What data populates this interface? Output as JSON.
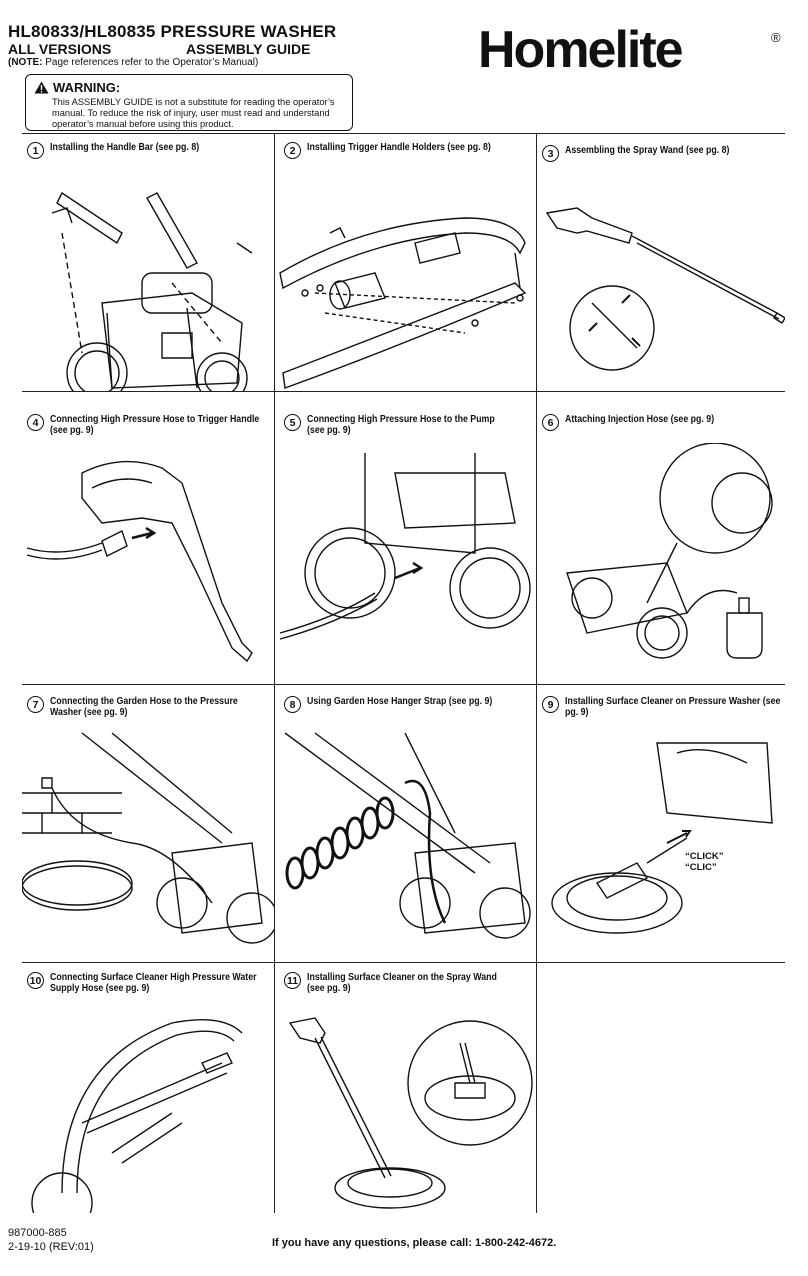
{
  "header": {
    "title": "HL80833/HL80835 PRESSURE WASHER",
    "versions": "ALL VERSIONS",
    "guide": "ASSEMBLY GUIDE",
    "note_prefix": "(NOTE:",
    "note_text": " Page references refer to the Operator’s Manual)"
  },
  "warning": {
    "label": "WARNING:",
    "text": "This ASSEMBLY GUIDE is not a substitute for reading the operator’s manual. To reduce the risk of injury, user must read and understand operator’s manual before using this product."
  },
  "brand": {
    "logo": "Homelite",
    "registered": "®"
  },
  "steps": [
    {
      "num": "1",
      "caption": "Installing the Handle Bar (see pg. 8)"
    },
    {
      "num": "2",
      "caption": "Installing Trigger Handle Holders (see pg. 8)"
    },
    {
      "num": "3",
      "caption": "Assembling the Spray Wand (see pg. 8)"
    },
    {
      "num": "4",
      "caption": "Connecting High Pressure Hose to Trigger Handle (see pg. 9)"
    },
    {
      "num": "5",
      "caption": "Connecting High Pressure Hose to the Pump (see pg. 9)"
    },
    {
      "num": "6",
      "caption": "Attaching Injection Hose (see pg. 9)"
    },
    {
      "num": "7",
      "caption": "Connecting the Garden Hose to the Pressure Washer (see pg. 9)"
    },
    {
      "num": "8",
      "caption": "Using Garden Hose Hanger Strap (see pg. 9)"
    },
    {
      "num": "9",
      "caption": "Installing Surface Cleaner on Pressure Washer (see pg. 9)"
    },
    {
      "num": "10",
      "caption": "Connecting Surface Cleaner High Pressure Water Supply Hose (see pg. 9)"
    },
    {
      "num": "11",
      "caption": "Installing Surface Cleaner on the Spray Wand (see pg. 9)"
    }
  ],
  "fig9": {
    "click1": "“CLICK”",
    "click2": "“CLIC”"
  },
  "footer": {
    "part": "987000-885",
    "date": "2-19-10 (REV:01)",
    "questions": "If you have any questions, please call: 1-800-242-4672."
  }
}
